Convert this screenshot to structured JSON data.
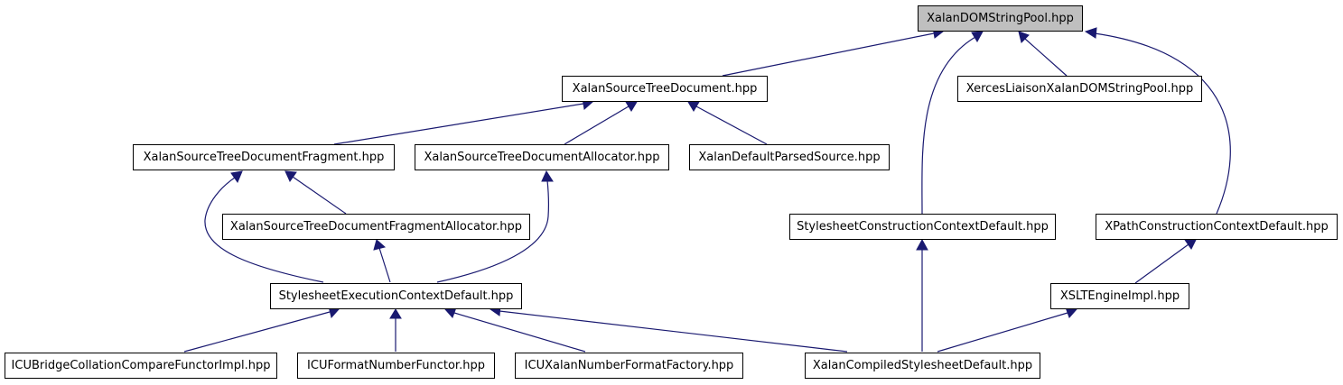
{
  "root": "XalanDOMStringPool.hpp",
  "nodes": [
    {
      "id": "n0",
      "label": "XalanDOMStringPool.hpp"
    },
    {
      "id": "n1",
      "label": "XalanSourceTreeDocument.hpp"
    },
    {
      "id": "n2",
      "label": "XercesLiaisonXalanDOMStringPool.hpp"
    },
    {
      "id": "n3",
      "label": "XalanSourceTreeDocumentFragment.hpp"
    },
    {
      "id": "n4",
      "label": "XalanSourceTreeDocumentAllocator.hpp"
    },
    {
      "id": "n5",
      "label": "XalanDefaultParsedSource.hpp"
    },
    {
      "id": "n6",
      "label": "XalanSourceTreeDocumentFragmentAllocator.hpp"
    },
    {
      "id": "n7",
      "label": "StylesheetConstructionContextDefault.hpp"
    },
    {
      "id": "n8",
      "label": "XPathConstructionContextDefault.hpp"
    },
    {
      "id": "n9",
      "label": "StylesheetExecutionContextDefault.hpp"
    },
    {
      "id": "n10",
      "label": "XSLTEngineImpl.hpp"
    },
    {
      "id": "n11",
      "label": "ICUBridgeCollationCompareFunctorImpl.hpp"
    },
    {
      "id": "n12",
      "label": "ICUFormatNumberFunctor.hpp"
    },
    {
      "id": "n13",
      "label": "ICUXalanNumberFormatFactory.hpp"
    },
    {
      "id": "n14",
      "label": "XalanCompiledStylesheetDefault.hpp"
    }
  ],
  "edges": [
    {
      "from": "n1",
      "to": "n0"
    },
    {
      "from": "n7",
      "to": "n0"
    },
    {
      "from": "n2",
      "to": "n0"
    },
    {
      "from": "n8",
      "to": "n0"
    },
    {
      "from": "n3",
      "to": "n1"
    },
    {
      "from": "n4",
      "to": "n1"
    },
    {
      "from": "n5",
      "to": "n1"
    },
    {
      "from": "n6",
      "to": "n3"
    },
    {
      "from": "n9",
      "to": "n3"
    },
    {
      "from": "n9",
      "to": "n4"
    },
    {
      "from": "n9",
      "to": "n6"
    },
    {
      "from": "n14",
      "to": "n7"
    },
    {
      "from": "n10",
      "to": "n8"
    },
    {
      "from": "n11",
      "to": "n9"
    },
    {
      "from": "n12",
      "to": "n9"
    },
    {
      "from": "n13",
      "to": "n9"
    },
    {
      "from": "n14",
      "to": "n9"
    },
    {
      "from": "n14",
      "to": "n10"
    }
  ],
  "colors": {
    "edge": "#191970",
    "root_fill": "#bfbfbf",
    "node_fill": "#ffffff",
    "border": "#000000"
  }
}
